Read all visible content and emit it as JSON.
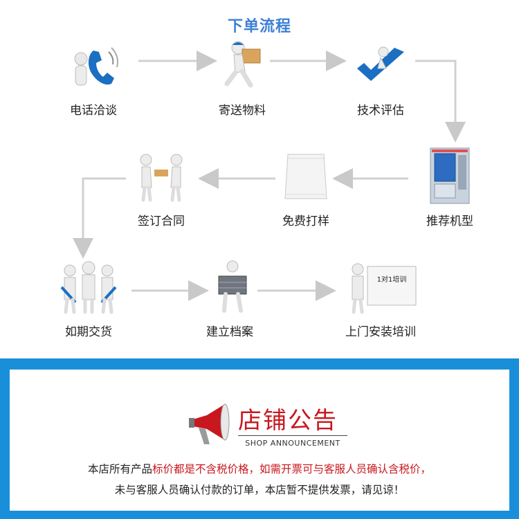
{
  "flow": {
    "title": "下单流程",
    "steps": [
      {
        "label": "电话洽谈",
        "icon": "phone-icon"
      },
      {
        "label": "寄送物料",
        "icon": "courier-icon"
      },
      {
        "label": "技术评估",
        "icon": "checkmark-icon"
      },
      {
        "label": "推荐机型",
        "icon": "packaging-machine-icon"
      },
      {
        "label": "免费打样",
        "icon": "sample-bag-icon"
      },
      {
        "label": "签订合同",
        "icon": "handshake-icon"
      },
      {
        "label": "如期交货",
        "icon": "team-icon"
      },
      {
        "label": "建立档案",
        "icon": "file-box-icon"
      },
      {
        "label": "上门安装培训",
        "icon": "training-board-icon"
      }
    ],
    "board_text": "1对1培训"
  },
  "notice": {
    "title": "店铺公告",
    "subtitle": "SHOP ANNOUNCEMENT",
    "line1_a": "本店所有产品",
    "line1_b": "标价都是不含税价格，如需开票可与客服人员确认含税价，",
    "line2": "未与客服人员确认付款的订单，本店暂不提供发票，请见谅！",
    "accent": "#c8171e",
    "band_color": "#1a8fd9"
  }
}
